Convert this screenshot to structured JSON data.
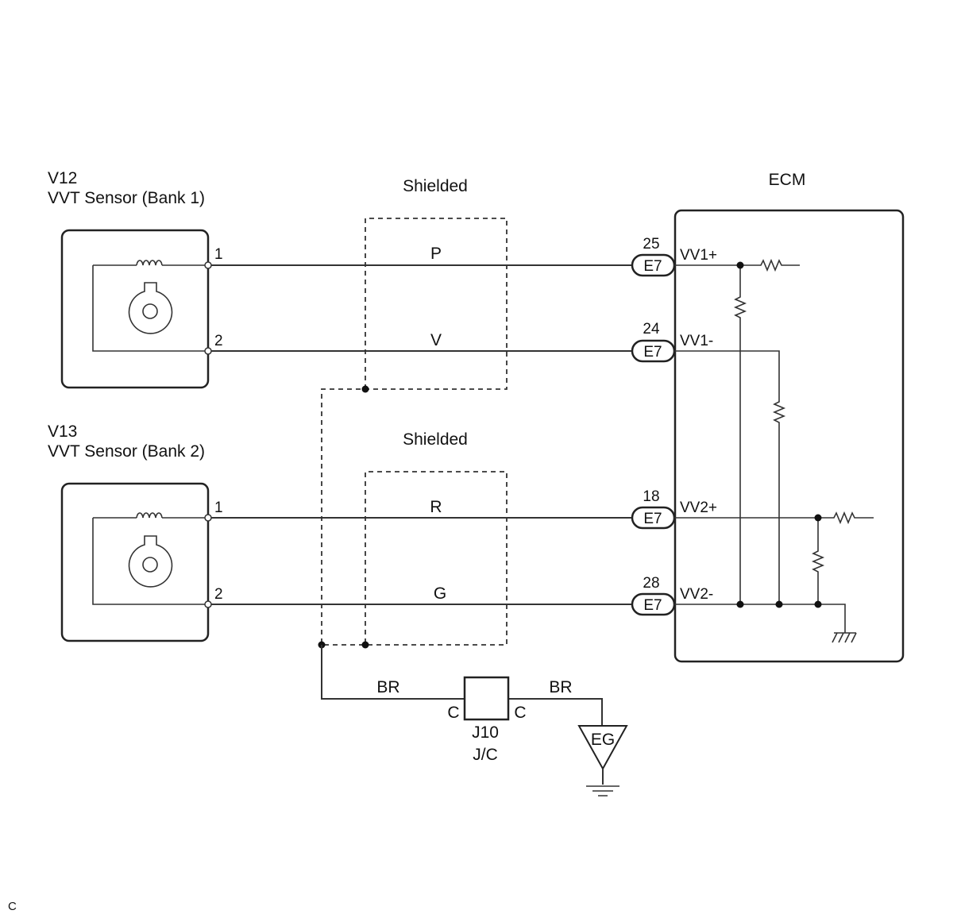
{
  "sensor1": {
    "code": "V12",
    "name": "VVT Sensor (Bank 1)",
    "pin_top": "1",
    "pin_bottom": "2"
  },
  "sensor2": {
    "code": "V13",
    "name": "VVT Sensor (Bank 2)",
    "pin_top": "1",
    "pin_bottom": "2"
  },
  "shield1": {
    "label": "Shielded"
  },
  "shield2": {
    "label": "Shielded"
  },
  "wires": {
    "w1": "P",
    "w2": "V",
    "w3": "R",
    "w4": "G"
  },
  "connectors": [
    {
      "pin": "25",
      "code": "E7",
      "signal": "VV1+"
    },
    {
      "pin": "24",
      "code": "E7",
      "signal": "VV1-"
    },
    {
      "pin": "18",
      "code": "E7",
      "signal": "VV2+"
    },
    {
      "pin": "28",
      "code": "E7",
      "signal": "VV2-"
    }
  ],
  "ecm": {
    "label": "ECM"
  },
  "ground_path": {
    "wire_left": "BR",
    "wire_right": "BR",
    "jc_pin_left": "C",
    "jc_pin_right": "C",
    "jc_code": "J10",
    "jc_name": "J/C",
    "ground_point": "EG"
  },
  "corner_mark": "C"
}
